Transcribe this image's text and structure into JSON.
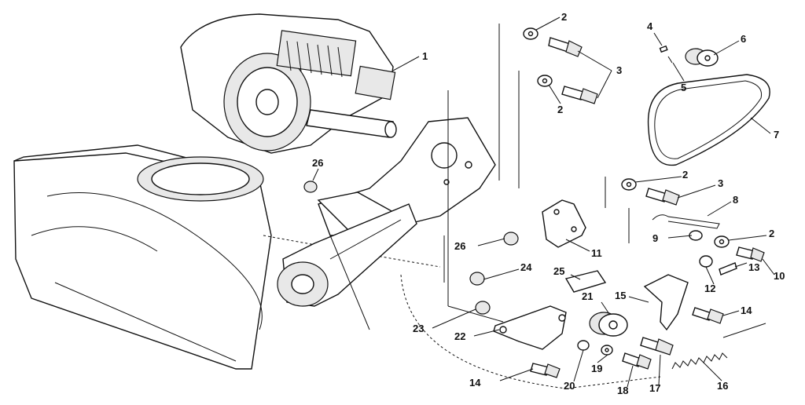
{
  "diagram": {
    "callouts": [
      {
        "id": "c1",
        "text": "1"
      },
      {
        "id": "c2a",
        "text": "2"
      },
      {
        "id": "c3a",
        "text": "3"
      },
      {
        "id": "c2b",
        "text": "2"
      },
      {
        "id": "c4",
        "text": "4"
      },
      {
        "id": "c6",
        "text": "6"
      },
      {
        "id": "c5",
        "text": "5"
      },
      {
        "id": "c7",
        "text": "7"
      },
      {
        "id": "c26a",
        "text": "26"
      },
      {
        "id": "c2c",
        "text": "2"
      },
      {
        "id": "c3b",
        "text": "3"
      },
      {
        "id": "c8",
        "text": "8"
      },
      {
        "id": "c9",
        "text": "9"
      },
      {
        "id": "c2d",
        "text": "2"
      },
      {
        "id": "c26b",
        "text": "26"
      },
      {
        "id": "c11",
        "text": "11"
      },
      {
        "id": "c10",
        "text": "10"
      },
      {
        "id": "c13",
        "text": "13"
      },
      {
        "id": "c24",
        "text": "24"
      },
      {
        "id": "c25",
        "text": "25"
      },
      {
        "id": "c21",
        "text": "21"
      },
      {
        "id": "c15",
        "text": "15"
      },
      {
        "id": "c12",
        "text": "12"
      },
      {
        "id": "c14a",
        "text": "14"
      },
      {
        "id": "c23",
        "text": "23"
      },
      {
        "id": "c22",
        "text": "22"
      },
      {
        "id": "c19",
        "text": "19"
      },
      {
        "id": "c14b",
        "text": "14"
      },
      {
        "id": "c20",
        "text": "20"
      },
      {
        "id": "c18",
        "text": "18"
      },
      {
        "id": "c17",
        "text": "17"
      },
      {
        "id": "c16",
        "text": "16"
      }
    ]
  }
}
